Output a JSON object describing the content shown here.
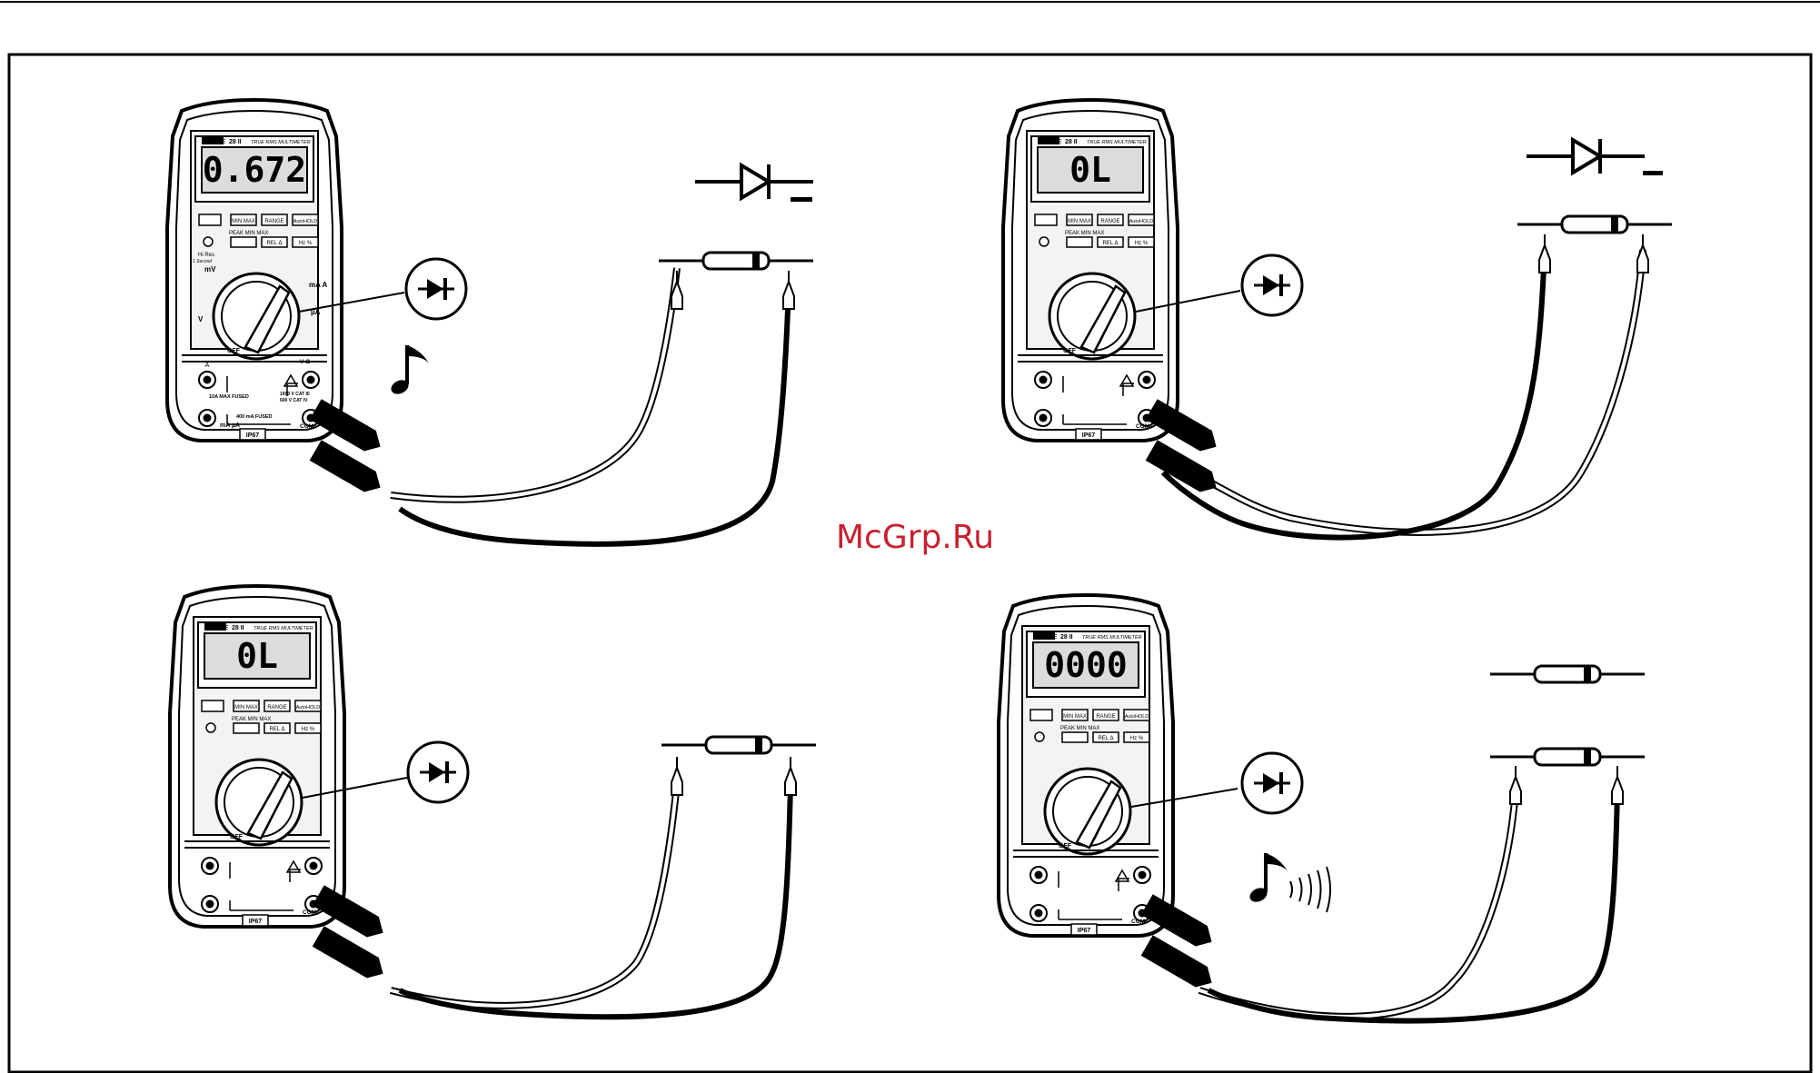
{
  "watermark": "McGrp.Ru",
  "meter": {
    "brand": "FLUKE",
    "model": "28 II",
    "subtitle": "TRUE RMS MULTIMETER",
    "buttons": [
      "MIN MAX",
      "RANGE",
      "AutoHOLD",
      "REL Δ",
      "Hz %"
    ],
    "peak_label": "PEAK MIN MAX",
    "hires_label": "Hi Res",
    "hires_sub": "1 Second",
    "off_label": "OFF",
    "jack_a": "A",
    "jack_ma": "mA µA",
    "jack_v": "V Ω",
    "jack_com": "COM",
    "fuse_a": "10A MAX FUSED",
    "fuse_ma": "400 mA FUSED",
    "cat_line1": "1000 V CAT III",
    "cat_line2": "600 V CAT IV",
    "ip": "IP67",
    "dial_mv": "mV",
    "dial_ma": "mA A",
    "dial_ua": "µA",
    "dial_v": "V"
  },
  "panels": [
    {
      "reading": "0.672",
      "beep": "single"
    },
    {
      "reading": "0L",
      "beep": "none"
    },
    {
      "reading": "0L",
      "beep": "none"
    },
    {
      "reading": "0000",
      "beep": "continuous"
    }
  ],
  "icons": [
    "diode-symbol-icon",
    "diode-mode-icon",
    "beep-note-icon",
    "sound-waves-icon",
    "warning-triangle-icon"
  ]
}
